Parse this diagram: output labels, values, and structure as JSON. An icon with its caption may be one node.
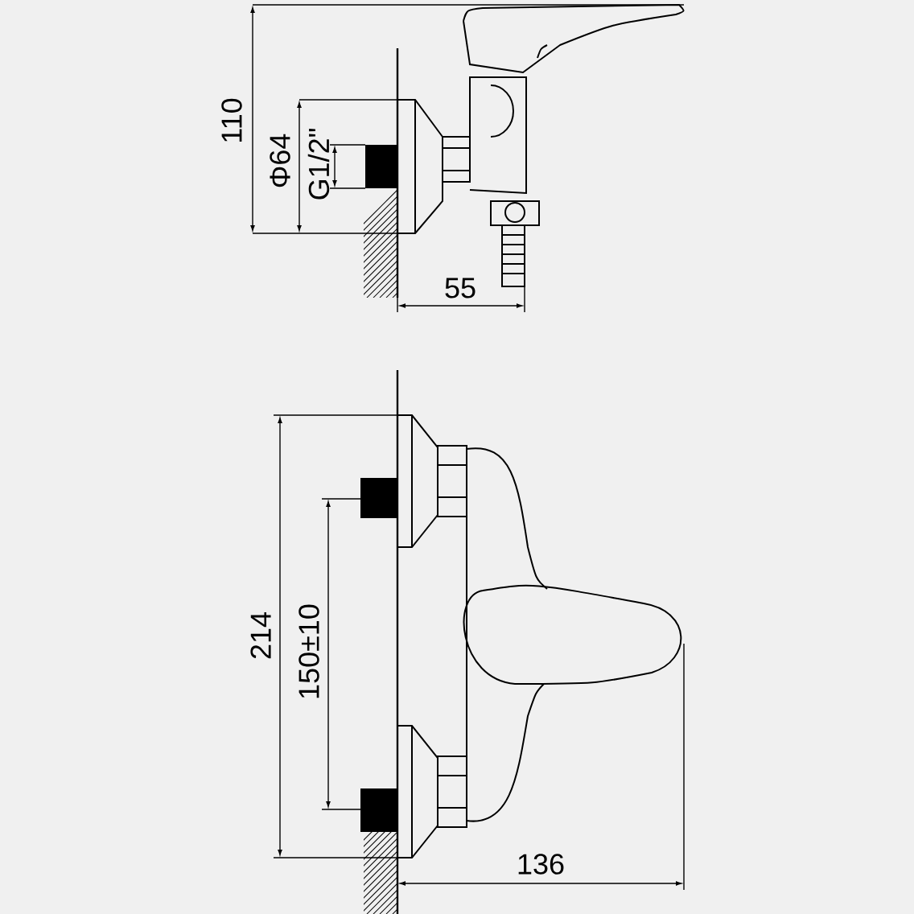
{
  "diagram": {
    "labels": [
      "110",
      "Φ64",
      "G1/2\"",
      "55",
      "214",
      "150±10",
      "136"
    ]
  }
}
